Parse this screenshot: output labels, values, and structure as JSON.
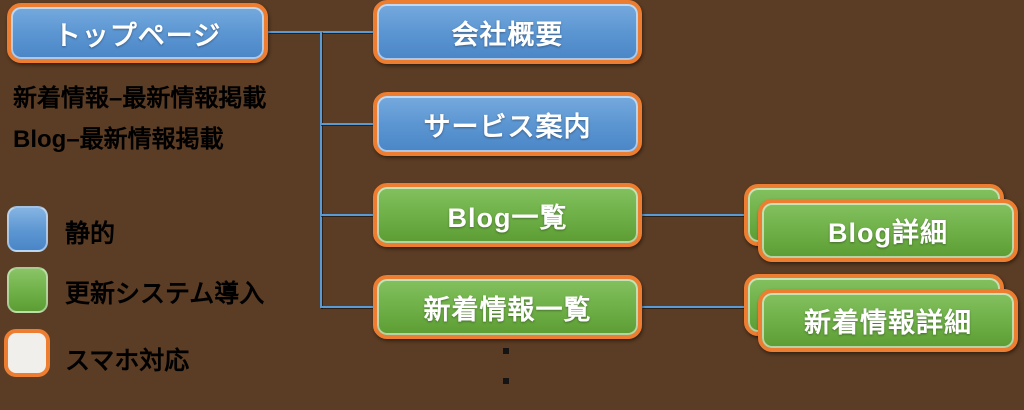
{
  "background_color": "#5b3c24",
  "palette": {
    "accent_border_orange": "#ed7d31",
    "node_blue_top": "#76aade",
    "node_blue_bottom": "#4a85c7",
    "node_green_top": "#83c15f",
    "node_green_bottom": "#5c9c33",
    "connector_blue": "#5b9bd5",
    "legend_white_fill": "#f1efec",
    "text_dark": "#000000",
    "text_light": "#ffffff"
  },
  "sitemap": {
    "root": {
      "label": "トップページ",
      "style": "blue"
    },
    "notes": [
      {
        "text": "新着情報–最新情報掲載"
      },
      {
        "text": "Blog–最新情報掲載"
      }
    ],
    "pages": [
      {
        "label": "会社概要",
        "style": "blue"
      },
      {
        "label": "サービス案内",
        "style": "blue"
      },
      {
        "label": "Blog一覧",
        "style": "green"
      },
      {
        "label": "新着情報一覧",
        "style": "green"
      }
    ],
    "detail_pages": [
      {
        "label": "Blog詳細",
        "style": "green",
        "stacked": true,
        "linked_from": "Blog一覧"
      },
      {
        "label": "新着情報詳細",
        "style": "green",
        "stacked": true,
        "linked_from": "新着情報一覧"
      }
    ],
    "continuation_dots": 2
  },
  "legend": {
    "items": [
      {
        "label": "静的",
        "swatch": "blue"
      },
      {
        "label": "更新システム導入",
        "swatch": "green"
      },
      {
        "label": "スマホ対応",
        "swatch": "white-orange-border"
      }
    ]
  }
}
